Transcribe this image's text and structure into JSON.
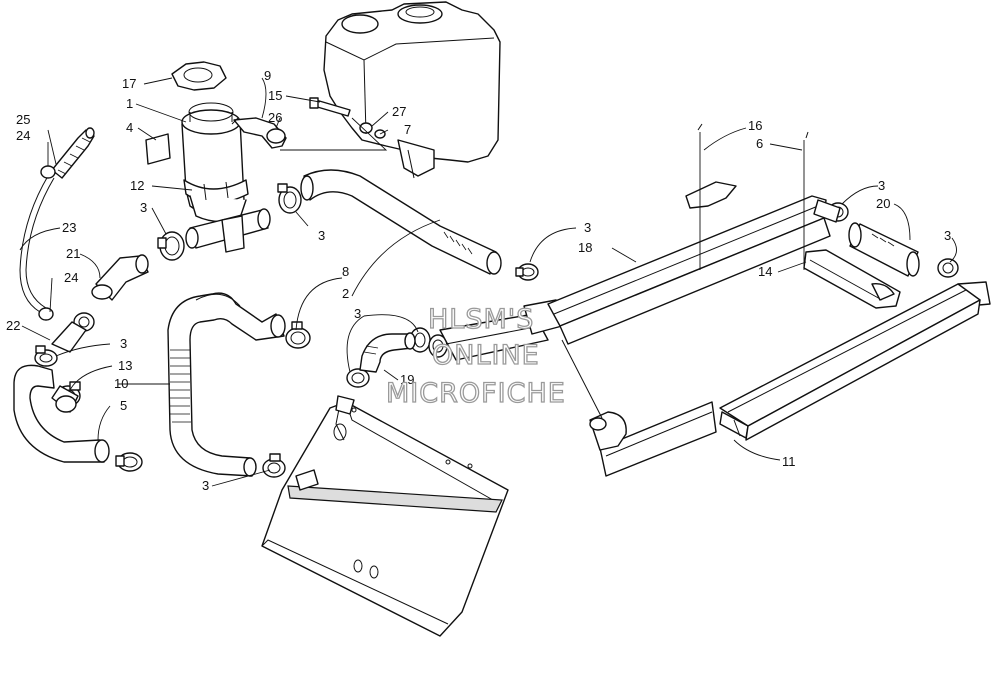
{
  "watermark": {
    "line1": "HLSM'S",
    "line2": "ONLINE",
    "line3": "MICROFICHE"
  },
  "callouts": {
    "c25": "25",
    "c24a": "24",
    "c23": "23",
    "c21": "21",
    "c24b": "24",
    "c22": "22",
    "c13": "13",
    "c10": "10",
    "c5": "5",
    "c17": "17",
    "c1": "1",
    "c4": "4",
    "c12": "12",
    "c3_left": "3",
    "c3_center": "3",
    "c9": "9",
    "c15": "15",
    "c26": "26",
    "c27": "27",
    "c7": "7",
    "c8": "8",
    "c2": "2",
    "c3_hose": "3",
    "c19": "19",
    "c3_bottom": "3",
    "c3_elbow": "3",
    "c3_mid": "3",
    "c18": "18",
    "c16": "16",
    "c6": "6",
    "c3_right": "3",
    "c20": "20",
    "c3_far": "3",
    "c14": "14",
    "c11": "11"
  }
}
